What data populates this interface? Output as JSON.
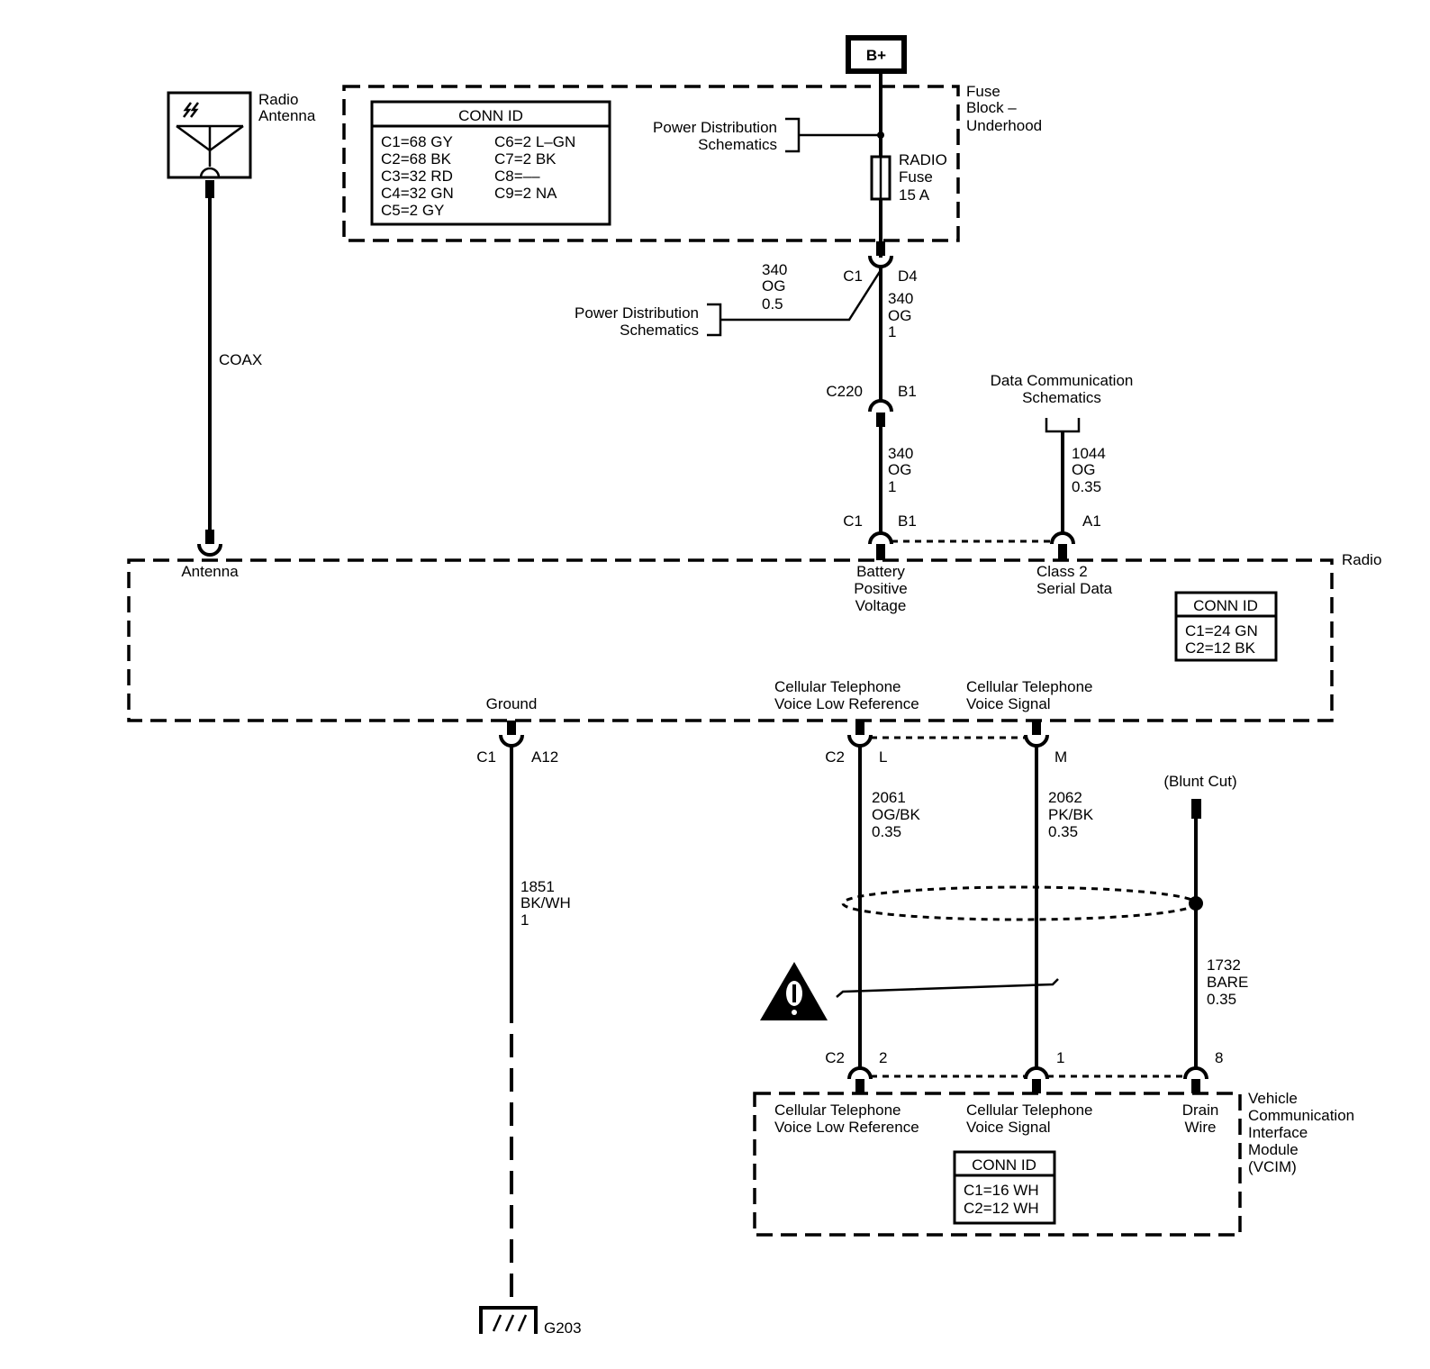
{
  "battery": "B+",
  "antenna": {
    "title": [
      "Radio",
      "Antenna"
    ],
    "coax": "COAX",
    "terminal": "Antenna"
  },
  "fuse_block": {
    "title": [
      "Fuse",
      "Block –",
      "Underhood"
    ],
    "conn_header": "CONN ID",
    "conn_left": [
      "C1=68 GY",
      "C2=68 BK",
      "C3=32 RD",
      "C4=32 GN",
      "C5=2 GY"
    ],
    "conn_right": [
      "C6=2 L–GN",
      "C7=2 BK",
      "C8=––",
      "C9=2 NA"
    ],
    "power_ref": [
      "Power Distribution",
      "Schematics"
    ],
    "fuse_label": [
      "RADIO",
      "Fuse",
      "15 A"
    ]
  },
  "c1_d4": {
    "conn": "C1",
    "pin": "D4"
  },
  "branch_wire": [
    "340",
    "OG",
    "0.5"
  ],
  "power_ref2": [
    "Power Distribution",
    "Schematics"
  ],
  "wire_340_a": [
    "340",
    "OG",
    "1"
  ],
  "c220": {
    "conn": "C220",
    "pin": "B1"
  },
  "wire_340_b": [
    "340",
    "OG",
    "1"
  ],
  "data_comm": [
    "Data Communication",
    "Schematics"
  ],
  "wire_1044": [
    "1044",
    "OG",
    "0.35"
  ],
  "radio_top": {
    "conn": "C1",
    "pin_b1": "B1",
    "pin_a1": "A1"
  },
  "radio": {
    "title": "Radio",
    "battery_label": [
      "Battery",
      "Positive",
      "Voltage"
    ],
    "serial_label": [
      "Class 2",
      "Serial Data"
    ],
    "conn_header": "CONN ID",
    "conn": [
      "C1=24 GN",
      "C2=12 BK"
    ],
    "ground_label": "Ground",
    "cell_low": [
      "Cellular Telephone",
      "Voice Low Reference"
    ],
    "cell_sig": [
      "Cellular Telephone",
      "Voice Signal"
    ]
  },
  "radio_bottom": {
    "ground_conn": "C1",
    "ground_pin": "A12",
    "c2": "C2",
    "pin_l": "L",
    "pin_m": "M"
  },
  "wire_1851": [
    "1851",
    "BK/WH",
    "1"
  ],
  "wire_2061": [
    "2061",
    "OG/BK",
    "0.35"
  ],
  "wire_2062": [
    "2062",
    "PK/BK",
    "0.35"
  ],
  "blunt_cut": "(Blunt Cut)",
  "wire_1732": [
    "1732",
    "BARE",
    "0.35"
  ],
  "vcim_top": {
    "conn": "C2",
    "pin2": "2",
    "pin1": "1",
    "pin8": "8"
  },
  "vcim": {
    "title": [
      "Vehicle",
      "Communication",
      "Interface",
      "Module",
      "(VCIM)"
    ],
    "cell_low": [
      "Cellular Telephone",
      "Voice Low Reference"
    ],
    "cell_sig": [
      "Cellular Telephone",
      "Voice Signal"
    ],
    "drain": [
      "Drain",
      "Wire"
    ],
    "conn_header": "CONN ID",
    "conn": [
      "C1=16 WH",
      "C2=12 WH"
    ]
  },
  "ground_id": "G203"
}
